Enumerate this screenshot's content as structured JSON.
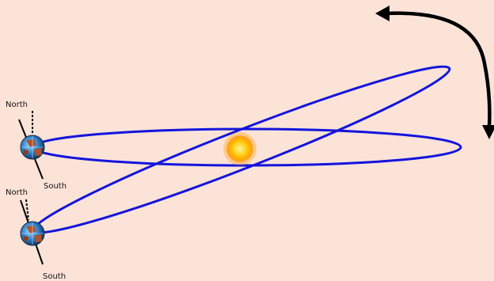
{
  "labels": {
    "upper_north": "North",
    "upper_south": "South",
    "lower_north": "North",
    "lower_south": "South"
  },
  "colors": {
    "background": "#fbe3d8",
    "orbit": "#1414dc",
    "sun_core": "#ffd21e",
    "sun_glow": "#ff9a00",
    "arrow": "#000000",
    "axis": "#000000"
  },
  "icons": {
    "sun": "sun-icon",
    "earth": "earth-globe-icon",
    "rotation_arrow": "curved-arrow-icon"
  }
}
